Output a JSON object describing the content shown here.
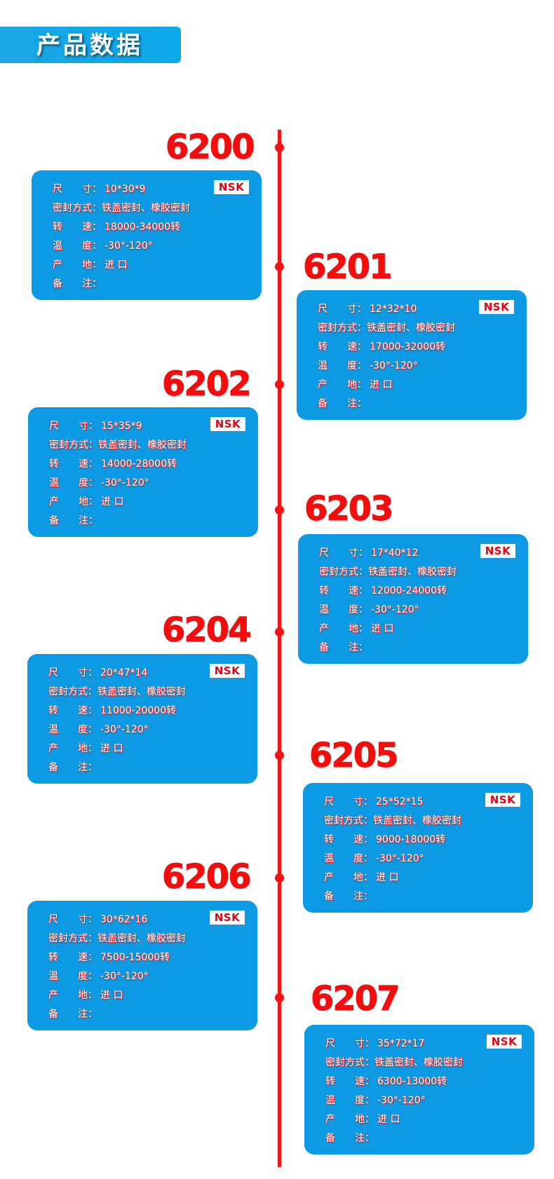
{
  "header": {
    "title": "产品数据"
  },
  "colors": {
    "accent_red": "#f01414",
    "card_blue": "#0b9ae3",
    "header_blue": "#1aa6e4"
  },
  "labels": {
    "size": "尺　　寸：",
    "seal": "密封方式：",
    "speed": "转　　速：",
    "temp": "温　　度：",
    "origin": "产　　地：",
    "note": "备　　注："
  },
  "products": [
    {
      "model": "6200",
      "brand": "NSK",
      "size": "10*30*9",
      "seal": "铁盖密封、橡胶密封",
      "speed": "18000-34000转",
      "temp": "-30°-120°",
      "origin": "进 口",
      "note": ""
    },
    {
      "model": "6201",
      "brand": "NSK",
      "size": "12*32*10",
      "seal": "铁盖密封、橡胶密封",
      "speed": "17000-32000转",
      "temp": "-30°-120°",
      "origin": "进 口",
      "note": ""
    },
    {
      "model": "6202",
      "brand": "NSK",
      "size": "15*35*9",
      "seal": "铁盖密封、橡胶密封",
      "speed": "14000-28000转",
      "temp": "-30°-120°",
      "origin": "进 口",
      "note": ""
    },
    {
      "model": "6203",
      "brand": "NSK",
      "size": "17*40*12",
      "seal": "铁盖密封、橡胶密封",
      "speed": "12000-24000转",
      "temp": "-30°-120°",
      "origin": "进 口",
      "note": ""
    },
    {
      "model": "6204",
      "brand": "NSK",
      "size": "20*47*14",
      "seal": "铁盖密封、橡胶密封",
      "speed": "11000-20000转",
      "temp": "-30°-120°",
      "origin": "进 口",
      "note": ""
    },
    {
      "model": "6205",
      "brand": "NSK",
      "size": "25*52*15",
      "seal": "铁盖密封、橡胶密封",
      "speed": "9000-18000转",
      "temp": "-30°-120°",
      "origin": "进 口",
      "note": ""
    },
    {
      "model": "6206",
      "brand": "NSK",
      "size": "30*62*16",
      "seal": "铁盖密封、橡胶密封",
      "speed": "7500-15000转",
      "temp": "-30°-120°",
      "origin": "进 口",
      "note": ""
    },
    {
      "model": "6207",
      "brand": "NSK",
      "size": "35*72*17",
      "seal": "铁盖密封、橡胶密封",
      "speed": "6300-13000转",
      "temp": "-30°-120°",
      "origin": "进 口",
      "note": ""
    }
  ]
}
